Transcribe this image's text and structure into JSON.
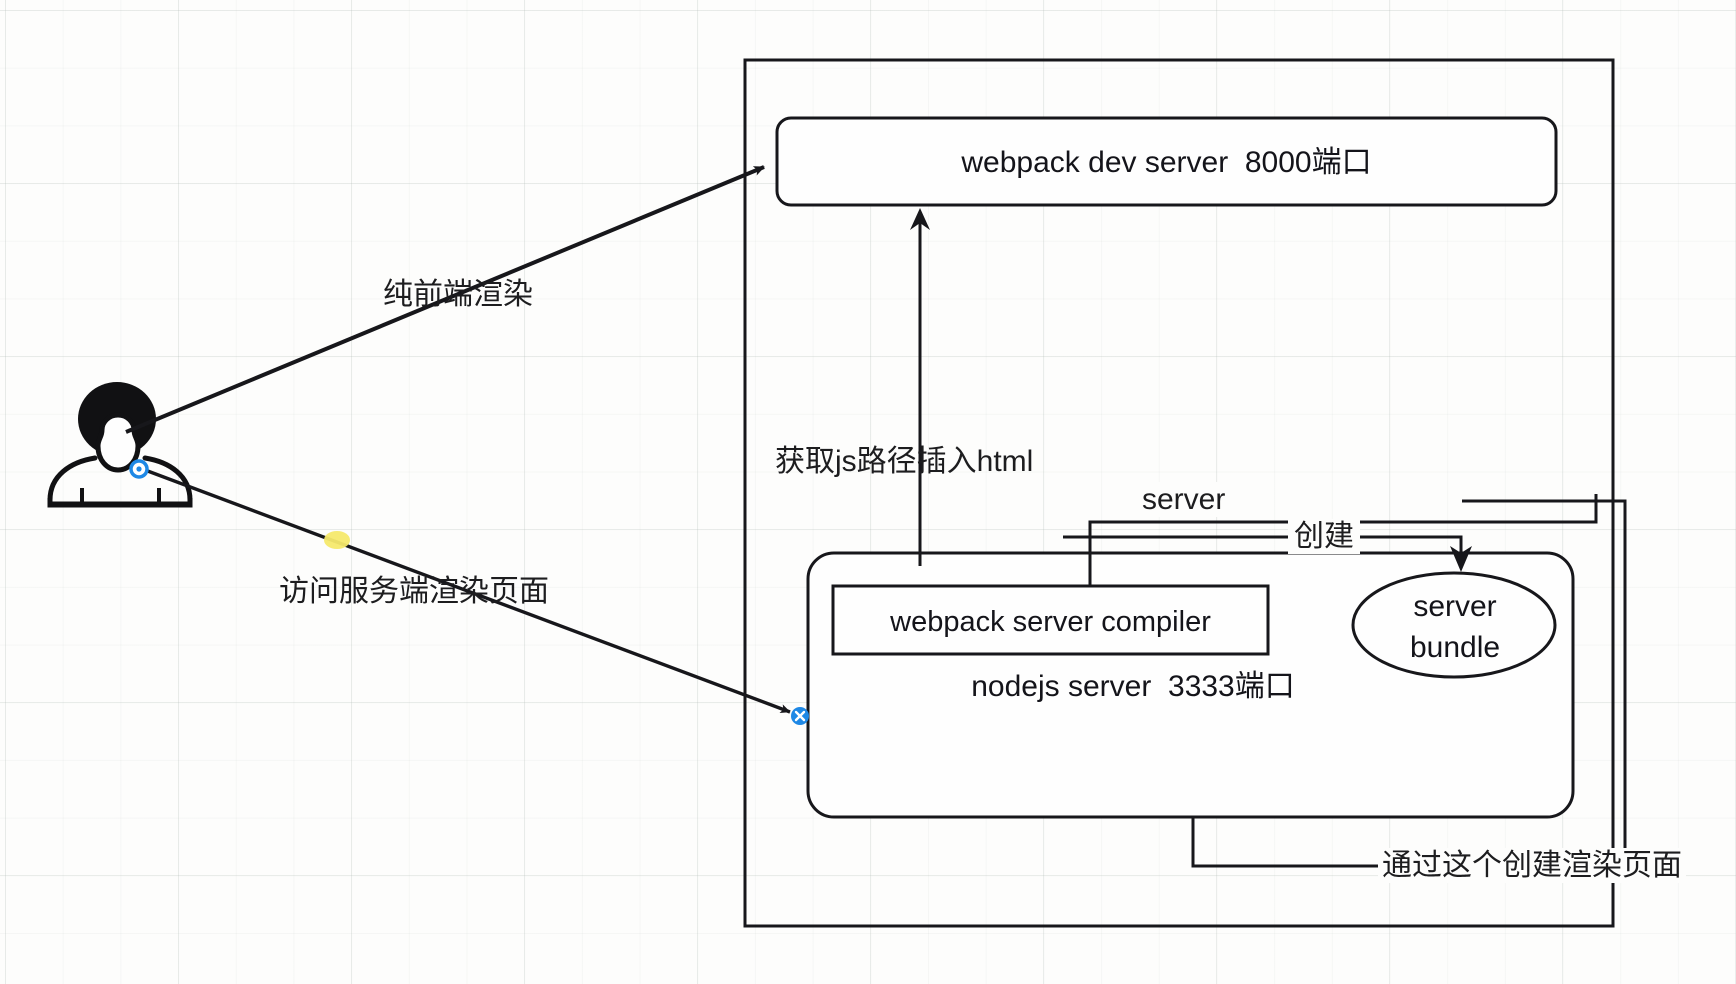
{
  "diagram": {
    "title": "webpack SSR architecture diagram",
    "type": "flow-diagram",
    "background": {
      "grid": true,
      "color": "#fdfdfc",
      "grid_color": "#b4beb9"
    },
    "stroke_color": "#17171b",
    "accent_color": "#1e88e5",
    "highlight_color": "#f5e96b",
    "actor": {
      "name": "user-actor",
      "label": ""
    },
    "nodes": [
      {
        "id": "outer-container",
        "shape": "rectangle",
        "label": ""
      },
      {
        "id": "webpack-dev-server",
        "shape": "rounded-rectangle",
        "label": "webpack dev server  8000端口"
      },
      {
        "id": "nodejs-server",
        "shape": "rounded-rectangle",
        "label": "nodejs server  3333端口"
      },
      {
        "id": "webpack-server-compiler",
        "shape": "rectangle",
        "label": "webpack server compiler"
      },
      {
        "id": "server-bundle",
        "shape": "ellipse",
        "label_line1": "server",
        "label_line2": "bundle"
      }
    ],
    "edges": [
      {
        "id": "edge-client-render",
        "from": "user-actor",
        "to": "webpack-dev-server",
        "label": "纯前端渲染",
        "arrow": true
      },
      {
        "id": "edge-ssr-visit",
        "from": "user-actor",
        "to": "nodejs-server",
        "label": "访问服务端渲染页面",
        "arrow": true
      },
      {
        "id": "edge-insert-js",
        "from": "nodejs-server",
        "to": "webpack-dev-server",
        "label": "获取js路径插入html",
        "arrow": true
      },
      {
        "id": "edge-create-bundle",
        "from": "webpack-server-compiler",
        "to": "server-bundle",
        "label": "创建",
        "arrow": true
      },
      {
        "id": "edge-server-tag",
        "from": "webpack-server-compiler",
        "to": "server-bundle",
        "label": "server",
        "arrow": false
      },
      {
        "id": "edge-render-page",
        "from": "nodejs-server",
        "to": "server-bundle",
        "label": "通过这个创建渲染页面",
        "arrow": false
      }
    ]
  }
}
